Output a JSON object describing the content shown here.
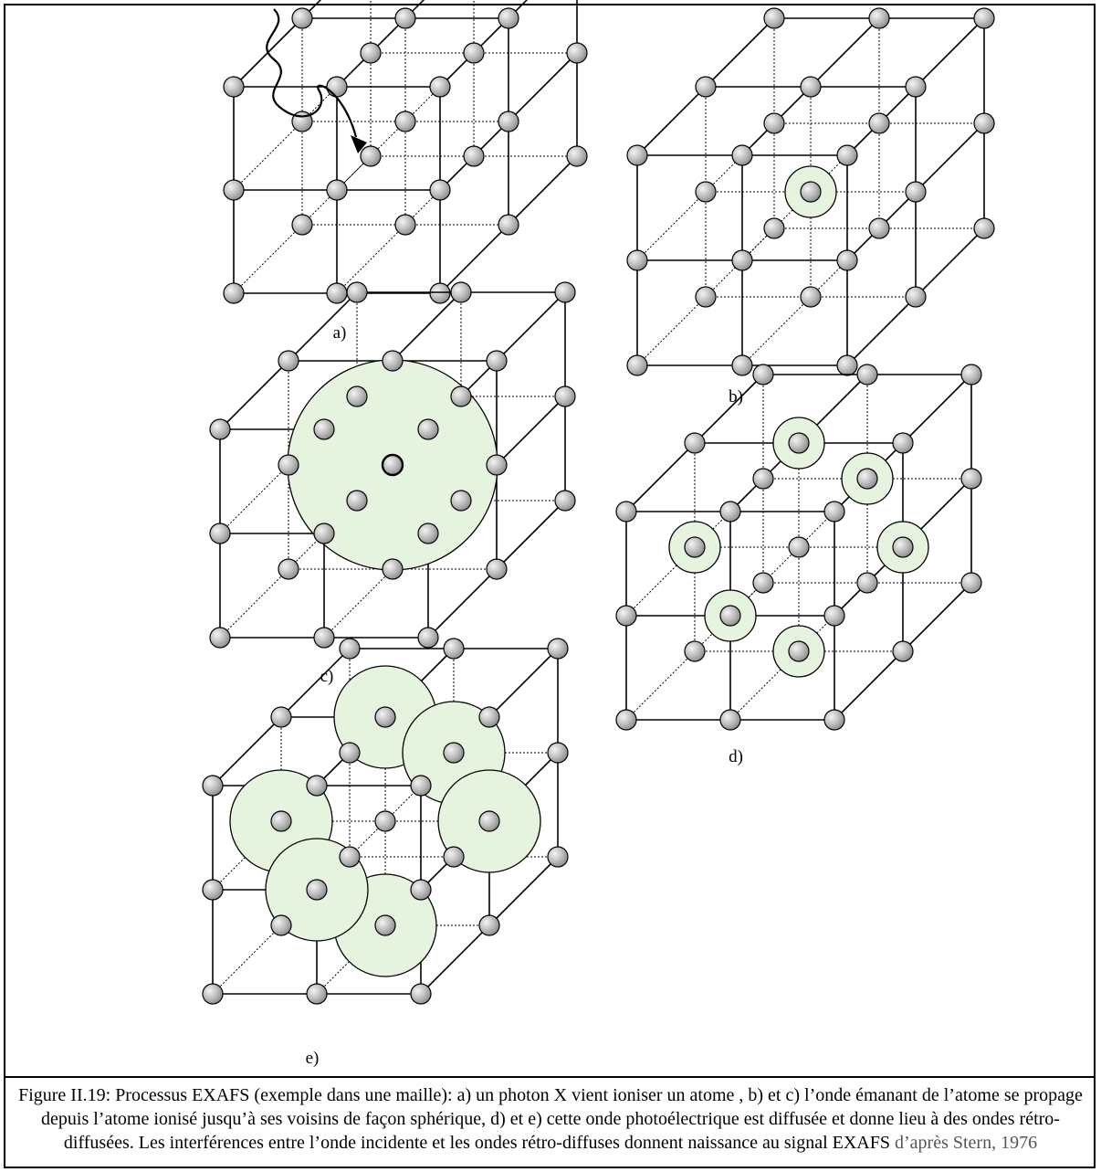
{
  "panels": {
    "a": {
      "label": "a)"
    },
    "b": {
      "label": "b)"
    },
    "c": {
      "label": "c)"
    },
    "d": {
      "label": "d)"
    },
    "e": {
      "label": "e)"
    }
  },
  "caption": {
    "text": "Figure II.19: Processus EXAFS (exemple dans une maille): a) un photon X vient ioniser un atome , b) et c) l’onde émanant de l’atome se propage depuis l’atome ionisé jusqu’à ses voisins de façon sphérique, d) et e) cette onde photoélectrique est diffusée et donne lieu à des ondes rétro-diffusées. Les interférences entre l’onde incidente et les ondes rétro-diffuses donnent naissance au signal EXAFS",
    "reference": " d’après Stern, 1976"
  },
  "colors": {
    "wave_fill": "#e6f4df",
    "atom_fill": "#b8b8b8",
    "line": "#000000"
  }
}
